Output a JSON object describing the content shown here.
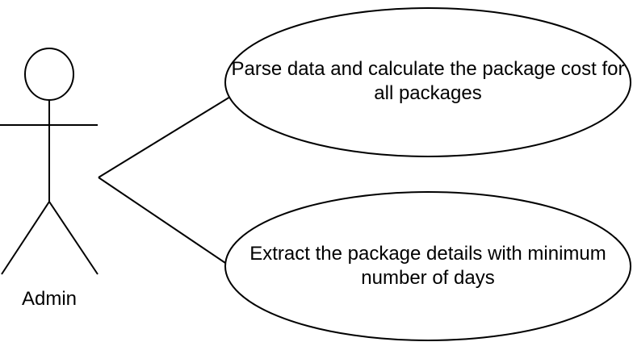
{
  "actor": {
    "label": "Admin",
    "icon": "stick-figure-actor-icon"
  },
  "use_cases": [
    {
      "text": "Parse data and calculate the package cost for all packages"
    },
    {
      "text": "Extract the package details with minimum number of days"
    }
  ],
  "colors": {
    "stroke": "#000000",
    "fill": "#ffffff",
    "text": "#000000"
  }
}
